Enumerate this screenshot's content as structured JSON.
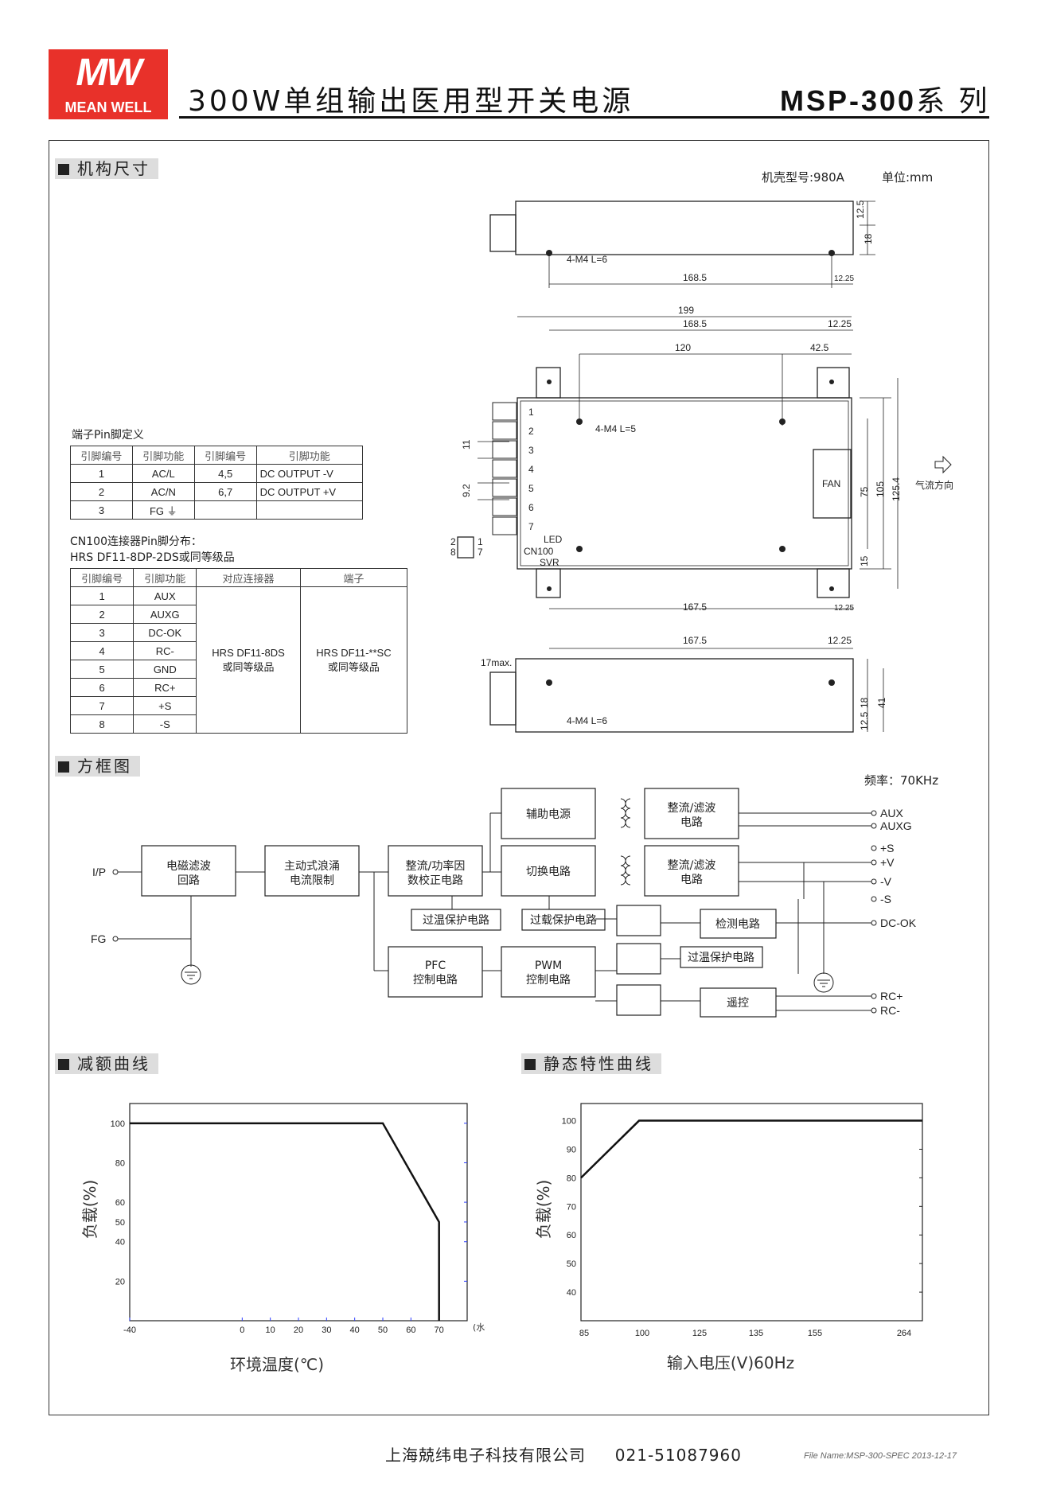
{
  "header": {
    "logo_text": "MEAN WELL",
    "title": "300W单组输出医用型开关电源",
    "series_model": "MSP-300",
    "series_suffix": "系 列"
  },
  "mechanical": {
    "section_title": "机构尺寸",
    "case_label": "机壳型号:980A",
    "unit_label": "单位:mm",
    "dims": {
      "d12_5a": "12.5",
      "d18a": "18",
      "m4_top": "4-M4 L=6",
      "d168_5a": "168.5",
      "d12_25a": "12.25",
      "d199": "199",
      "d168_5b": "168.5",
      "d12_25b": "12.25",
      "d120": "120",
      "d42_5": "42.5",
      "m4_mid": "4-M4 L=5",
      "fan": "FAN",
      "d75": "75",
      "d105": "105",
      "d125_4": "125.4",
      "airflow": "气流方向",
      "d11": "11",
      "d9_2": "9.2",
      "d15": "15",
      "led": "LED",
      "cn100": "CN100",
      "svr": "SVR",
      "d167_5a": "167.5",
      "d12_25c": "12.25",
      "d167_5b": "167.5",
      "d12_25d": "12.25",
      "d17max": "17max.",
      "m4_bot": "4-M4 L=6",
      "d18b": "18",
      "d41": "41",
      "d12_5b": "12.5",
      "t1": "1",
      "t2": "2",
      "t3": "3",
      "t4": "4",
      "t5": "5",
      "t6": "6",
      "t7": "7",
      "cn2": "2",
      "cn8": "8",
      "cn1": "1",
      "cn7": "7"
    }
  },
  "pin_table": {
    "title": "端子Pin脚定义",
    "headers": [
      "引脚编号",
      "引脚功能",
      "引脚编号",
      "引脚功能"
    ],
    "rows": [
      [
        "1",
        "AC/L",
        "4,5",
        "DC OUTPUT -V"
      ],
      [
        "2",
        "AC/N",
        "6,7",
        "DC OUTPUT +V"
      ],
      [
        "3",
        "FG ⏚",
        "",
        ""
      ]
    ]
  },
  "cn100_table": {
    "title1": "CN100连接器Pin脚分布：",
    "title2": "HRS DF11-8DP-2DS或同等级品",
    "headers": [
      "引脚编号",
      "引脚功能",
      "对应连接器",
      "端子"
    ],
    "rows": [
      [
        "1",
        "AUX"
      ],
      [
        "2",
        "AUXG"
      ],
      [
        "3",
        "DC-OK"
      ],
      [
        "4",
        "RC-"
      ],
      [
        "5",
        "GND"
      ],
      [
        "6",
        "RC+"
      ],
      [
        "7",
        "+S"
      ],
      [
        "8",
        "-S"
      ]
    ],
    "connector_1": "HRS DF11-8DS",
    "connector_2": "或同等级品",
    "terminal_1": "HRS DF11-**SC",
    "terminal_2": "或同等级品"
  },
  "block": {
    "section_title": "方框图",
    "freq": "频率：70KHz",
    "ip": "I/P",
    "fg": "FG",
    "emi_1": "电磁滤波",
    "emi_2": "回路",
    "inrush_1": "主动式浪涌",
    "inrush_2": "电流限制",
    "pfc_rect_1": "整流/功率因",
    "pfc_rect_2": "数校正电路",
    "aux_ps": "辅助电源",
    "switch": "切换电路",
    "rect_a_1": "整流/滤波",
    "rect_a_2": "电路",
    "rect_b_1": "整流/滤波",
    "rect_b_2": "电路",
    "otp1": "过温保护电路",
    "olp": "过载保护电路",
    "detect": "检测电路",
    "otp2": "过温保护电路",
    "pfc_1": "PFC",
    "pfc_2": "控制电路",
    "pwm_1": "PWM",
    "pwm_2": "控制电路",
    "remote": "遥控",
    "aux": "AUX",
    "auxg": "AUXG",
    "ps": "+S",
    "pv": "+V",
    "mv": "-V",
    "ms": "-S",
    "dcok": "DC-OK",
    "rcp": "RC+",
    "rcm": "RC-"
  },
  "derating": {
    "section_title": "减额曲线",
    "chart_data": {
      "type": "line",
      "x": [
        -40,
        50,
        70,
        70
      ],
      "y": [
        100,
        100,
        50,
        0
      ],
      "x_ticks": [
        "-40",
        "0",
        "10",
        "20",
        "30",
        "40",
        "50",
        "60",
        "70"
      ],
      "x_tick_values": [
        -40,
        0,
        10,
        20,
        30,
        40,
        50,
        60,
        70
      ],
      "y_ticks": [
        "20",
        "40",
        "50",
        "60",
        "80",
        "100"
      ],
      "y_tick_values": [
        20,
        40,
        50,
        60,
        80,
        100
      ],
      "xlim": [
        -40,
        80
      ],
      "ylim": [
        0,
        110
      ],
      "xlabel": "环境温度(℃)",
      "ylabel": "负载(%)",
      "x_extra": "(水平)"
    }
  },
  "static": {
    "section_title": "静态特性曲线",
    "chart_data": {
      "type": "line",
      "x_ticks": [
        "85",
        "100",
        "125",
        "135",
        "155",
        "264"
      ],
      "y_ticks": [
        "40",
        "50",
        "60",
        "70",
        "80",
        "90",
        "100"
      ],
      "y_tick_values": [
        40,
        50,
        60,
        70,
        80,
        90,
        100
      ],
      "x_index": [
        0,
        1,
        5.1
      ],
      "y": [
        80,
        100,
        100
      ],
      "ylim": [
        30,
        106
      ],
      "xlabel": "输入电压(V)60Hz",
      "ylabel": "负载(%)"
    }
  },
  "footer": {
    "company": "上海兢纬电子科技有限公司     021-51087960",
    "file": "File Name:MSP-300-SPEC  2013-12-17"
  }
}
